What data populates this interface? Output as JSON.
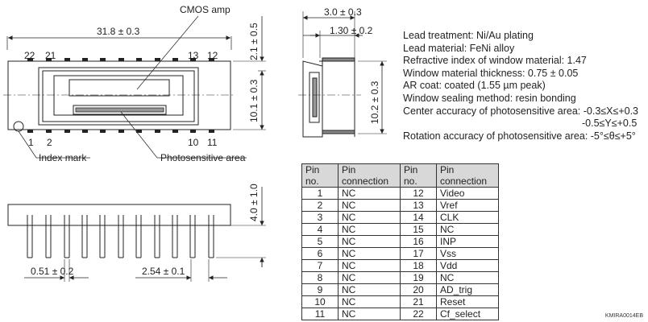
{
  "dimensions": {
    "width": "31.8 ± 0.3",
    "top_margin": "2.1 ± 0.5",
    "inner_height": "10.1 ± 0.3",
    "thickness": "3.0 ± 0.3",
    "window_offset": "1.30 ± 0.2",
    "side_height": "10.2 ± 0.3",
    "lead_length": "4.0 ± 1.0",
    "lead_width": "0.51 ± 0.2",
    "pitch": "2.54 ± 0.1"
  },
  "labels": {
    "cmos_amp": "CMOS amp",
    "index_mark": "Index mark",
    "photosensitive_area": "Photosensitive area",
    "pin_22": "22",
    "pin_21": "21",
    "pin_13": "13",
    "pin_12": "12",
    "pin_1": "1",
    "pin_2": "2",
    "pin_10": "10",
    "pin_11": "11"
  },
  "specs": [
    "Lead treatment: Ni/Au plating",
    "Lead material: FeNi alloy",
    "Refractive index of window material: 1.47",
    "Window material thickness: 0.75 ± 0.05",
    "AR coat: coated (1.55 µm peak)",
    "Window sealing method: resin bonding",
    "Center accuracy of photosensitive area: -0.3≤X≤+0.3",
    "-0.5≤Y≤+0.5",
    "Rotation accuracy of photosensitive area:  -5°≤θ≤+5°"
  ],
  "pin_table": {
    "headers": [
      "Pin no.",
      "Pin connection",
      "Pin no.",
      "Pin connection"
    ],
    "rows": [
      [
        "1",
        "NC",
        "12",
        "Video"
      ],
      [
        "2",
        "NC",
        "13",
        "Vref"
      ],
      [
        "3",
        "NC",
        "14",
        "CLK"
      ],
      [
        "4",
        "NC",
        "15",
        "NC"
      ],
      [
        "5",
        "NC",
        "16",
        "INP"
      ],
      [
        "6",
        "NC",
        "17",
        "Vss"
      ],
      [
        "7",
        "NC",
        "18",
        "Vdd"
      ],
      [
        "8",
        "NC",
        "19",
        "NC"
      ],
      [
        "9",
        "NC",
        "20",
        "AD_trig"
      ],
      [
        "10",
        "NC",
        "21",
        "Reset"
      ],
      [
        "11",
        "NC",
        "22",
        "Cf_select"
      ]
    ]
  },
  "drawing_code": "KMIRA0014EB"
}
